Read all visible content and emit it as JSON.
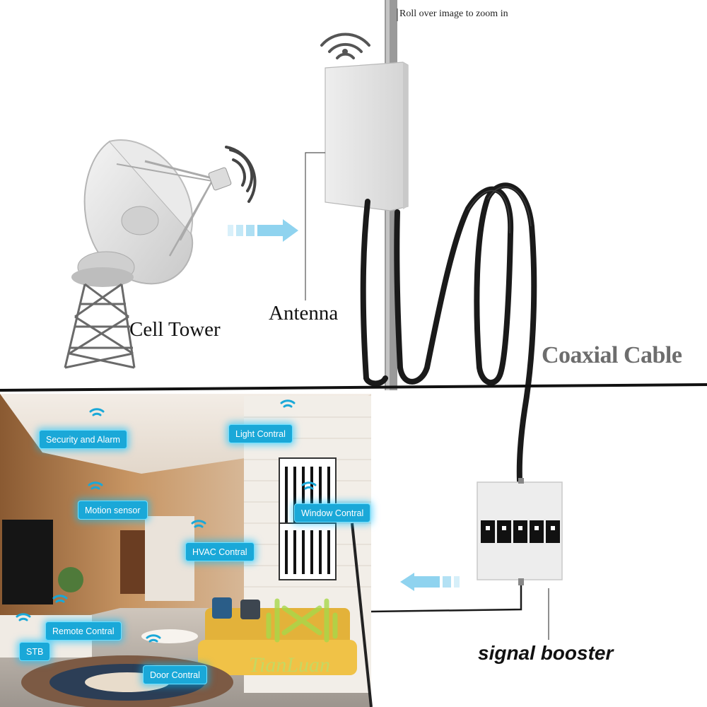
{
  "top_hint": "Roll over image to zoom in",
  "labels": {
    "cell_tower": "Cell Tower",
    "antenna": "Antenna",
    "coaxial_cable": "Coaxial Cable",
    "signal_booster": "signal booster"
  },
  "brand": {
    "name": "TianLuan"
  },
  "smart_home_tags": [
    {
      "id": "security",
      "label": "Security and Alarm"
    },
    {
      "id": "light",
      "label": "Light Contral"
    },
    {
      "id": "motion",
      "label": "Motion sensor"
    },
    {
      "id": "window",
      "label": "Window Contral"
    },
    {
      "id": "hvac",
      "label": "HVAC Contral"
    },
    {
      "id": "remote",
      "label": "Remote Contral"
    },
    {
      "id": "stb",
      "label": "STB"
    },
    {
      "id": "door",
      "label": "Door Contral"
    }
  ],
  "colors": {
    "cable": "#1a1a1a",
    "tag_fill": "#1aa8d8",
    "tag_glow": "#00c2ff",
    "arrow": "#7fd0ee",
    "coax_text": "#6d6d6d",
    "divider": "#111111",
    "brand_logo": "#a8d84a"
  },
  "icons": {
    "wifi": "wifi-signal-icon",
    "arrow": "signal-flow-arrow-icon",
    "dish": "satellite-dish-icon",
    "logo": "tianluan-logo-icon"
  }
}
